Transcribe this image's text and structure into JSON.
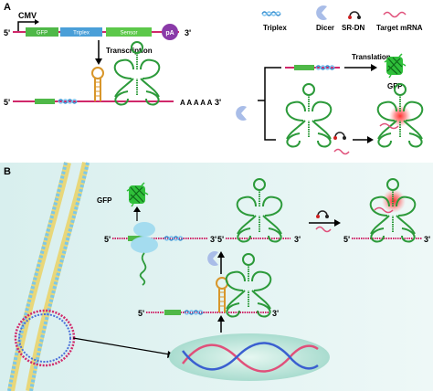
{
  "panel_a": {
    "label": "A",
    "promoter": "CMV",
    "construct": {
      "five_prime": "5'",
      "three_prime": "3'",
      "segments": [
        "GFP",
        "Triplex",
        "Sensor"
      ],
      "polya": "pA"
    },
    "transcription": "Transcription",
    "mrna_five": "5'",
    "mrna_polya": "A A A A A",
    "mrna_three": "3'",
    "translation": "Translation",
    "gfp": "GFP",
    "legend": [
      "Triplex",
      "Dicer",
      "SR-DN",
      "Target mRNA"
    ]
  },
  "panel_b": {
    "label": "B",
    "gfp": "GFP",
    "strands": [
      {
        "five": "5'",
        "three": "3'"
      },
      {
        "five": "5'",
        "three": "3'"
      },
      {
        "five": "5'",
        "three": "3'"
      },
      {
        "five": "5'",
        "three": "3'"
      }
    ]
  },
  "colors": {
    "strand": "#d0286a",
    "gfp_segment": "#4fb848",
    "triplex_segment": "#4a9fd8",
    "sensor_segment": "#5cc84a",
    "pa_circle": "#8a3aa8",
    "hairpin": "#d8962a",
    "rna_green": "#2c9a3a",
    "dicer": "#a9bde8",
    "ribosome": "#a4dcef",
    "membrane": "#e8d77a",
    "nucleus": "#bfe6dd",
    "cell_bg": "#e9f5f4"
  }
}
